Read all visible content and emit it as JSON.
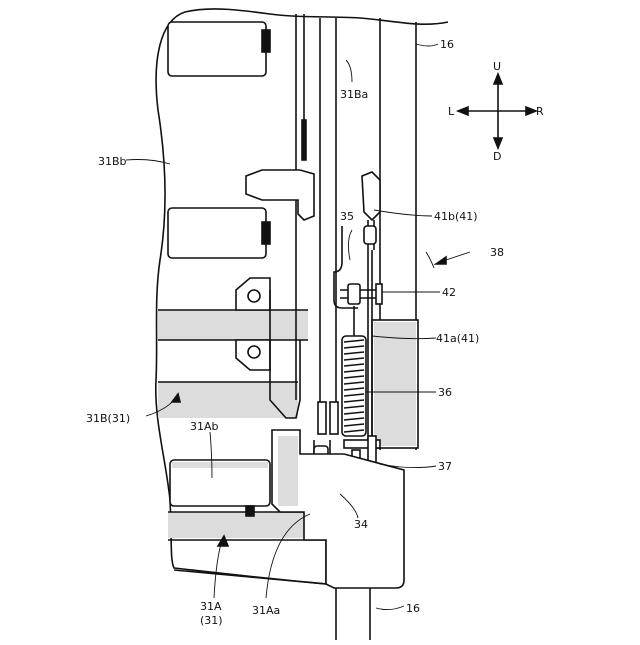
{
  "figure": {
    "labels": {
      "l16_top": "16",
      "l31Ba": "31Ba",
      "l31Bb": "31Bb",
      "l35": "35",
      "l41b": "41b(41)",
      "l38": "38",
      "l42": "42",
      "l41a": "41a(41)",
      "l36": "36",
      "l31B": "31B(31)",
      "l31Ab": "31Ab",
      "l37": "37",
      "l34": "34",
      "l31A_a": "31A",
      "l31A_b": "(31)",
      "l31Aa": "31Aa",
      "l16_bottom": "16"
    },
    "compass": {
      "up": "U",
      "down": "D",
      "left": "L",
      "right": "R"
    }
  }
}
